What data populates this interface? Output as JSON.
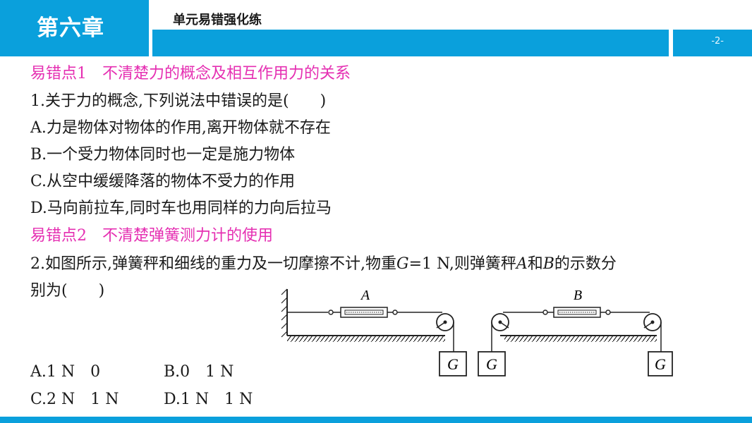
{
  "header": {
    "chapter": "第六章",
    "section": "单元易错强化练",
    "page": "-2-"
  },
  "points": [
    {
      "label": "易错点1",
      "text": "不清楚力的概念及相互作用力的关系"
    },
    {
      "label": "易错点2",
      "text": "不清楚弹簧测力计的使用"
    }
  ],
  "q1": {
    "stem": "1.关于力的概念,下列说法中错误的是(　　)",
    "options": [
      "A.力是物体对物体的作用,离开物体就不存在",
      "B.一个受力物体同时也一定是施力物体",
      "C.从空中缓缓降落的物体不受力的作用",
      "D.马向前拉车,同时车也用同样的力向后拉马"
    ]
  },
  "q2": {
    "stem_line1_pre": "2.如图所示,弹簧秤和细线的重力及一切摩擦不计,物重",
    "stem_G": "G",
    "stem_mid": "=1 N,则弹簧秤",
    "stem_A": "A",
    "stem_and": "和",
    "stem_B": "B",
    "stem_post": "的示数分",
    "stem_line2": "别为(　　)",
    "options": [
      "A.1 N　0",
      "B.0　1 N",
      "C.2 N　1 N",
      "D.1 N　1 N"
    ]
  },
  "figure": {
    "scale_a": "A",
    "scale_b": "B",
    "weight": "G"
  },
  "colors": {
    "brand": "#0aa0dc",
    "highlight": "#e52fb2"
  }
}
